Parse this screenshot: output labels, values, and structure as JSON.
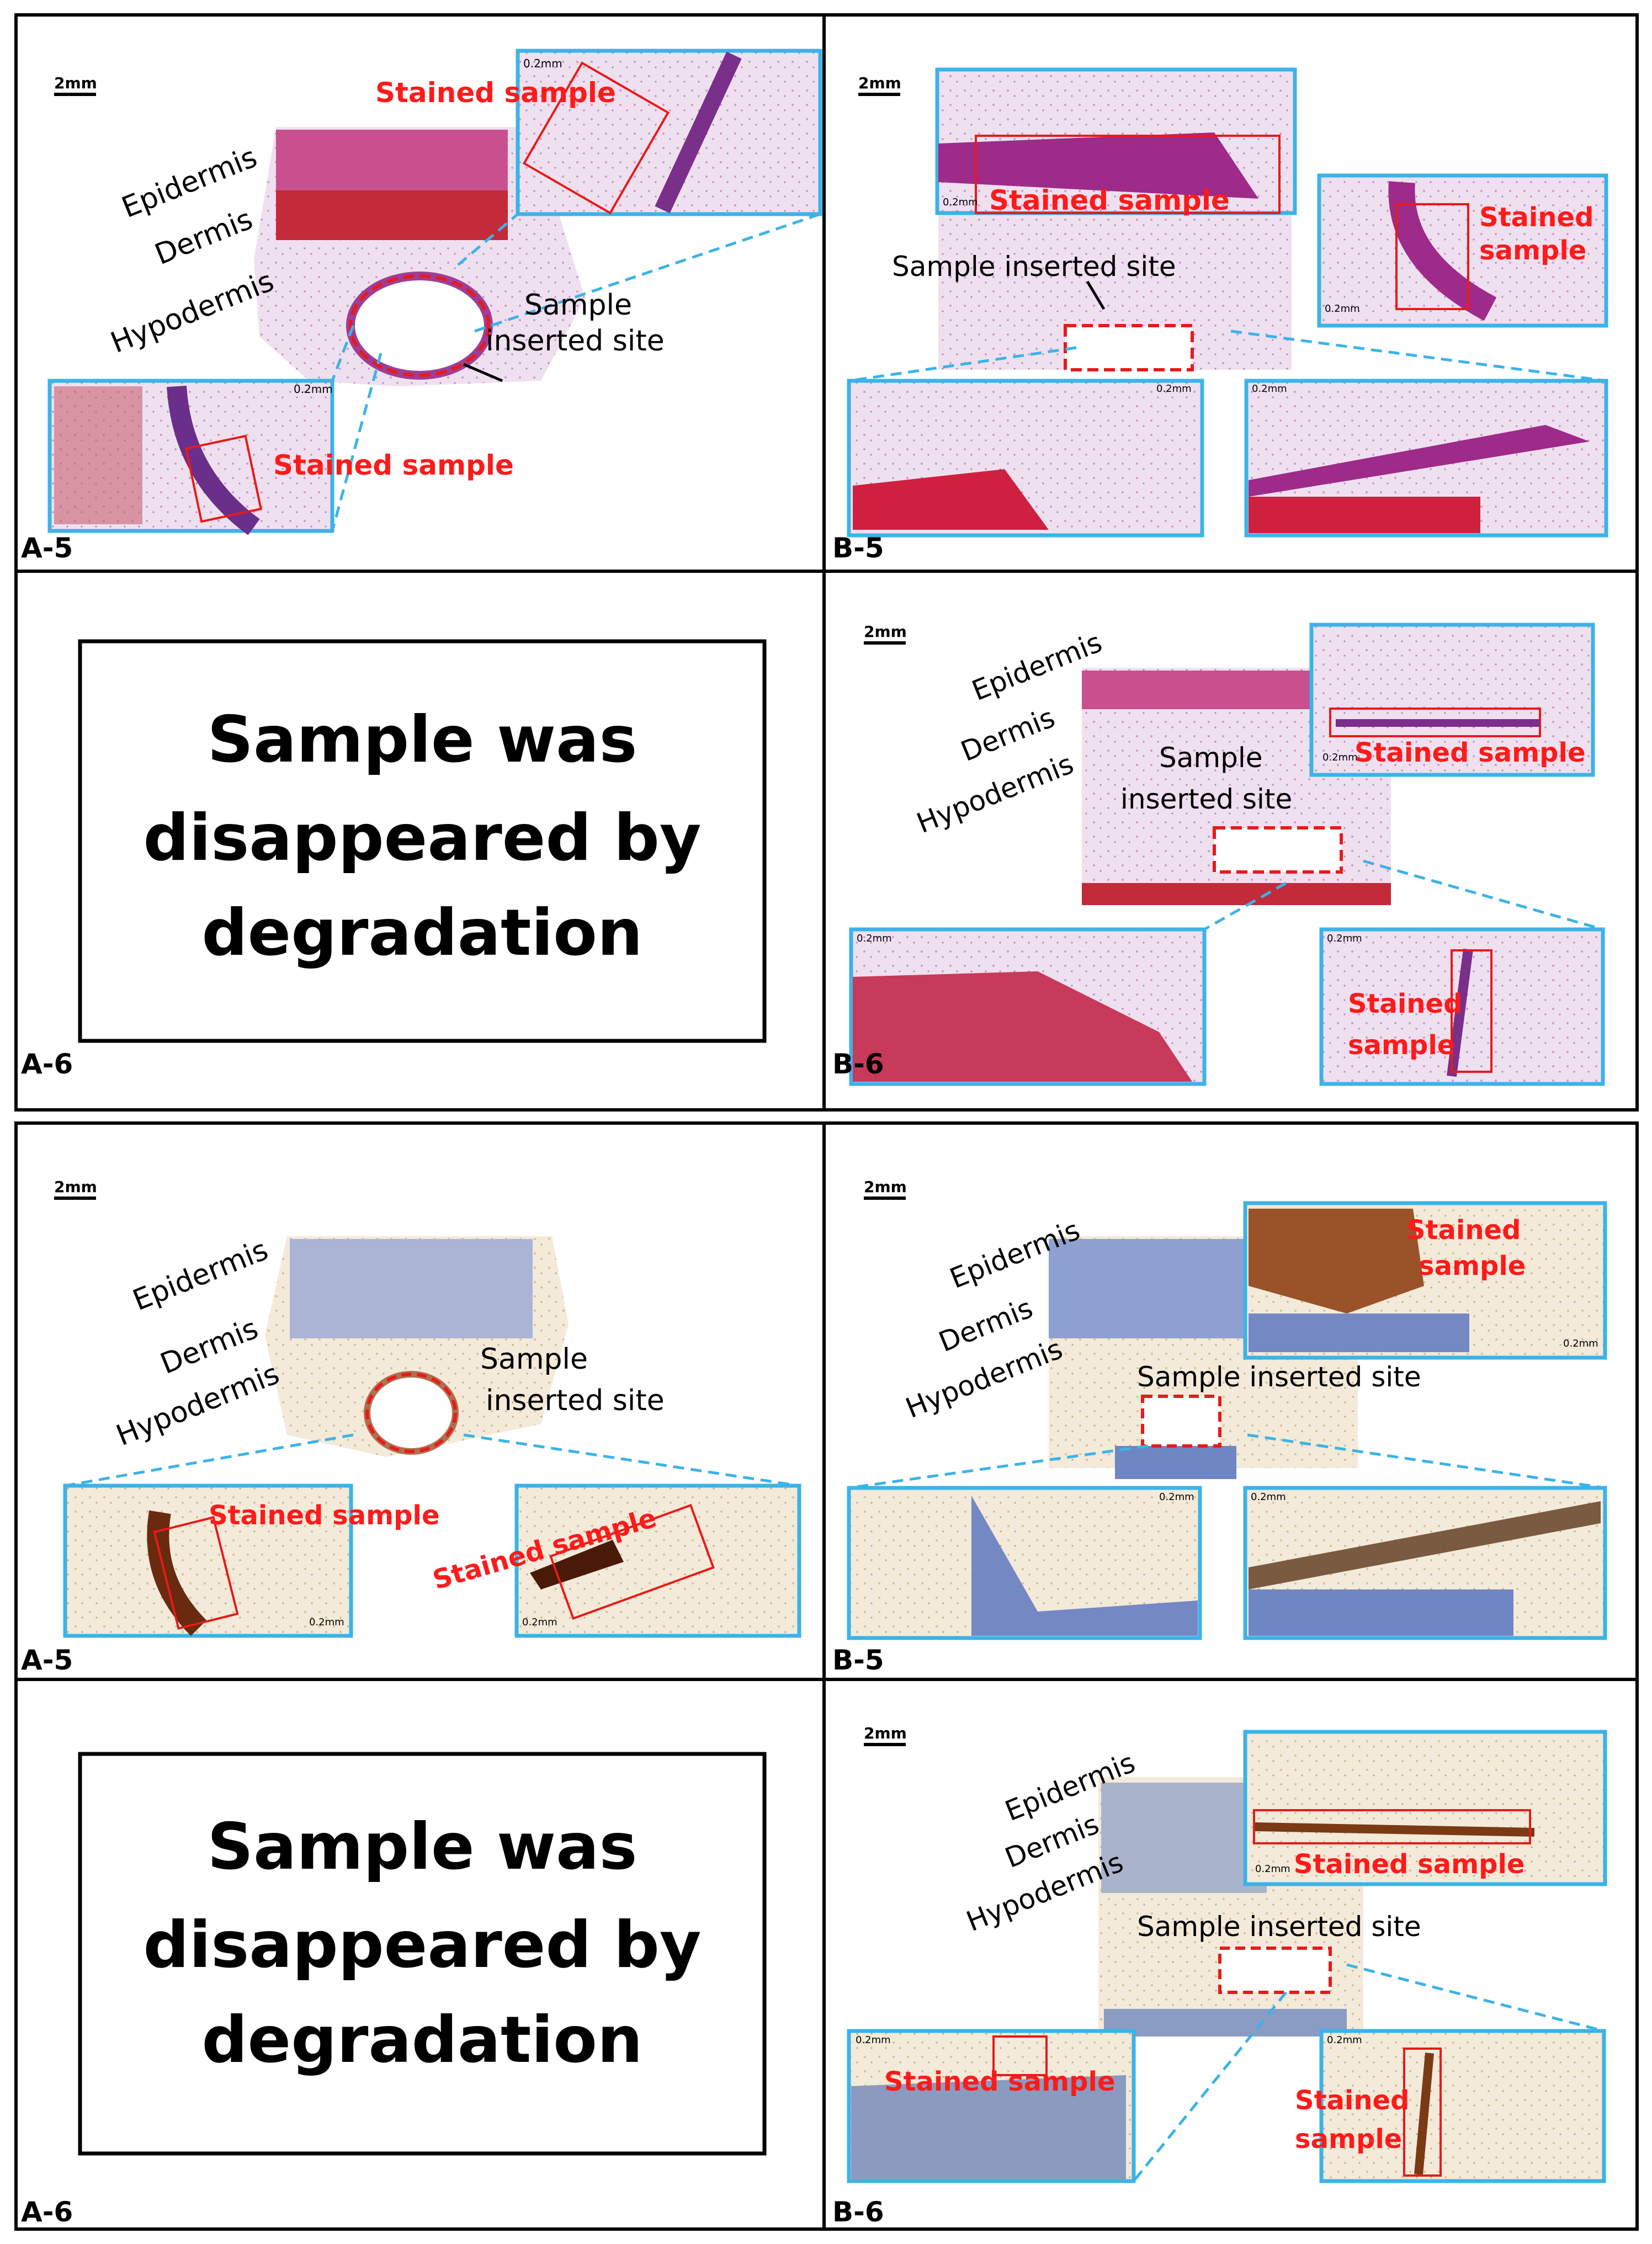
{
  "scale_bar_2mm": "2mm",
  "scale_bar_02mm": "0.2mm",
  "labels": {
    "epidermis": "Epidermis",
    "dermis": "Dermis",
    "hypodermis": "Hypodermis",
    "stained_sample": "Stained sample",
    "stained": "Stained",
    "sample": "sample",
    "sample_word": "Sample",
    "inserted_site": "inserted site",
    "sample_inserted_site": "Sample inserted site"
  },
  "panels": {
    "he_a5": "A-5",
    "he_b5": "B-5",
    "he_a6": "A-6",
    "he_b6": "B-6",
    "ihc_a5": "A-5",
    "ihc_b5": "B-5",
    "ihc_a6": "A-6",
    "ihc_b6": "B-6"
  },
  "degraded_message": {
    "line1": "Sample was",
    "line2": "disappeared by",
    "line3": "degradation"
  },
  "colors": {
    "he_tissue": "#b0409a",
    "he_dermis": "#d0304a",
    "he_light": "#e9d4ea",
    "ihc_blue": "#6f86c4",
    "ihc_brown": "#8a4a20",
    "ihc_light": "#efe4d2",
    "inset_border": "#3bb3e8",
    "annotation_red": "#ff1a1a",
    "dashed_red": "#e81a1a"
  }
}
